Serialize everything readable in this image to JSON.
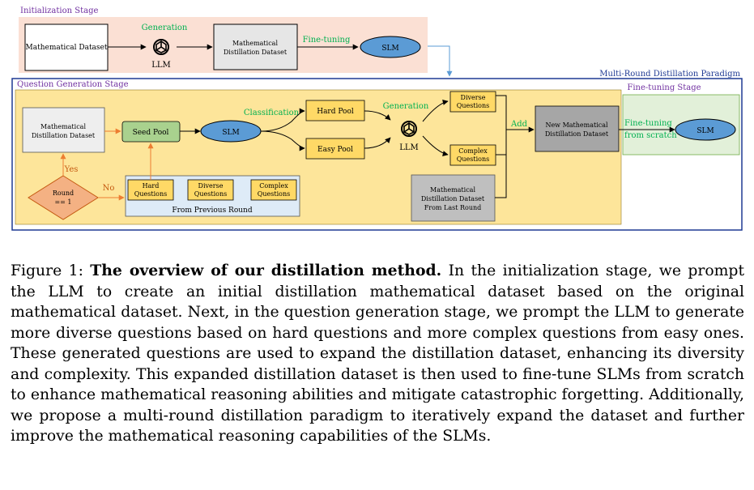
{
  "diagram": {
    "init_stage": {
      "title": "Initialization Stage",
      "math_dataset": "Mathematical Dataset",
      "generation": "Generation",
      "llm": "LLM",
      "distill_dataset": [
        "Mathematical",
        "Distillation Dataset"
      ],
      "fine_tuning": "Fine-tuning",
      "slm": "SLM"
    },
    "multi_round_title": "Multi-Round Distillation Paradigm",
    "qgen_stage": {
      "title": "Question Generation Stage",
      "distill_dataset": [
        "Mathematical",
        "Distillation Dataset"
      ],
      "seed_pool": "Seed Pool",
      "slm": "SLM",
      "classification": "Classification",
      "hard_pool": "Hard Pool",
      "easy_pool": "Easy Pool",
      "generation": "Generation",
      "llm": "LLM",
      "diverse": [
        "Diverse",
        "Questions"
      ],
      "complex": [
        "Complex",
        "Questions"
      ],
      "add": "Add",
      "new_dataset": [
        "New Mathematical",
        "Distillation Dataset"
      ],
      "last_round": [
        "Mathematical",
        "Distillation Dataset",
        "From Last Round"
      ],
      "round": [
        "Round",
        "== 1"
      ],
      "yes": "Yes",
      "no": "No",
      "prev_hard": [
        "Hard",
        "Questions"
      ],
      "prev_diverse": [
        "Diverse",
        "Questions"
      ],
      "prev_complex": [
        "Complex",
        "Questions"
      ],
      "from_previous": "From Previous Round"
    },
    "ft_stage": {
      "title": "Fine-tuning Stage",
      "fine_tuning": [
        "Fine-tuning",
        "from scratch"
      ],
      "slm": "SLM"
    }
  },
  "caption": {
    "label": "Figure 1:",
    "bold": "The overview of our distillation method.",
    "text": "In the initialization stage, we prompt the LLM to create an initial distillation mathematical dataset based on the original mathematical dataset. Next, in the question generation stage, we prompt the LLM to generate more diverse questions based on hard questions and more complex questions from easy ones. These generated questions are used to expand the distillation dataset, enhancing its diversity and complexity. This expanded distillation dataset is then used to fine-tune SLMs from scratch to enhance mathematical reasoning abilities and mitigate catastrophic forgetting. Additionally, we propose a multi-round distillation paradigm to iteratively expand the dataset and further improve the mathematical reasoning capabilities of the SLMs."
  },
  "colors": {
    "init_bg": "#fbe0d4",
    "qgen_bg": "#fde59a",
    "ft_bg": "#e2f0d9",
    "frame": "#1f3a93",
    "slm_fill": "#5b9bd5",
    "pool_fill": "#ffd966",
    "seed_fill": "#a9d18e",
    "round_fill": "#f4b183",
    "gray_box": "#a6a6a6",
    "light_gray": "#e6e6e6",
    "prev_bg": "#deebf7",
    "green_text": "#00b050",
    "purple_text": "#7030a0",
    "orange": "#ed7d31"
  }
}
